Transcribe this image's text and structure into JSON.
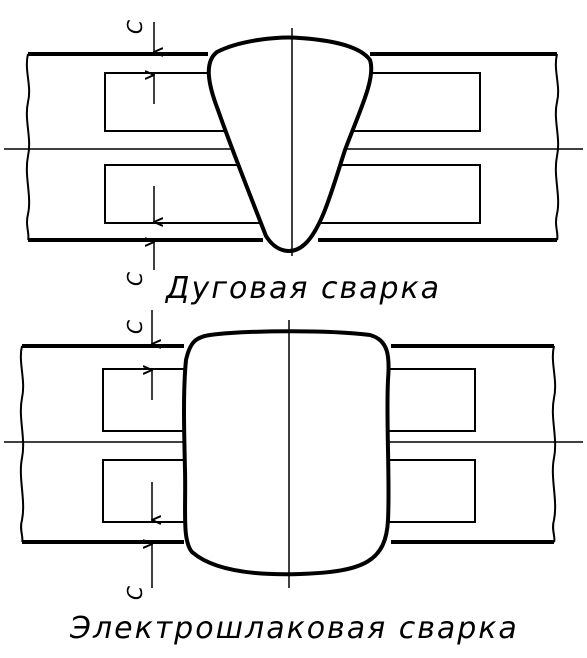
{
  "top": {
    "caption": "Дуговая сварка",
    "dim_labels": [
      "C",
      "C"
    ]
  },
  "bottom": {
    "caption": "Электрошлаковая сварка",
    "dim_labels": [
      "C",
      "C"
    ]
  }
}
